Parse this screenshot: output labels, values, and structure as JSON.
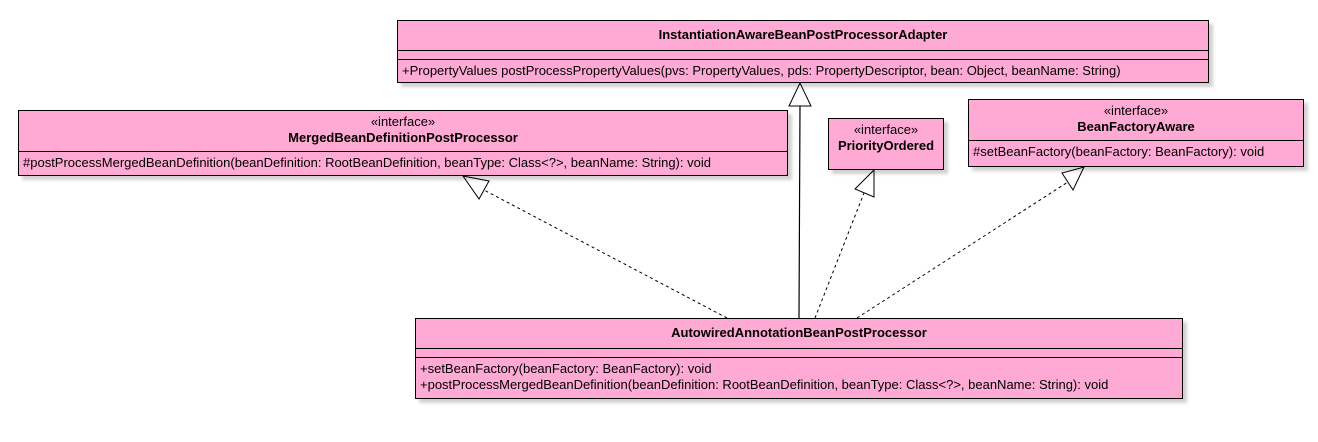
{
  "classes": {
    "adapter": {
      "name": "InstantiationAwareBeanPostProcessorAdapter",
      "operations": [
        "+PropertyValues postProcessPropertyValues(pvs: PropertyValues, pds: PropertyDescriptor, bean: Object, beanName: String)"
      ]
    },
    "merged": {
      "stereotype": "«interface»",
      "name": "MergedBeanDefinitionPostProcessor",
      "operations": [
        "#postProcessMergedBeanDefinition(beanDefinition: RootBeanDefinition, beanType: Class<?>, beanName: String): void"
      ]
    },
    "priority": {
      "stereotype": "«interface»",
      "name": "PriorityOrdered"
    },
    "factoryaware": {
      "stereotype": "«interface»",
      "name": "BeanFactoryAware",
      "operations": [
        "#setBeanFactory(beanFactory: BeanFactory): void"
      ]
    },
    "autowired": {
      "name": "AutowiredAnnotationBeanPostProcessor",
      "operations": [
        "+setBeanFactory(beanFactory: BeanFactory): void",
        "+postProcessMergedBeanDefinition(beanDefinition: RootBeanDefinition, beanType: Class<?>, beanName: String): void"
      ]
    }
  },
  "relations": [
    {
      "from": "autowired",
      "to": "adapter",
      "kind": "generalization"
    },
    {
      "from": "autowired",
      "to": "merged",
      "kind": "realization"
    },
    {
      "from": "autowired",
      "to": "priority",
      "kind": "realization"
    },
    {
      "from": "autowired",
      "to": "factoryaware",
      "kind": "realization"
    }
  ],
  "colors": {
    "class_fill": "#ffaad4",
    "line": "#000000"
  }
}
